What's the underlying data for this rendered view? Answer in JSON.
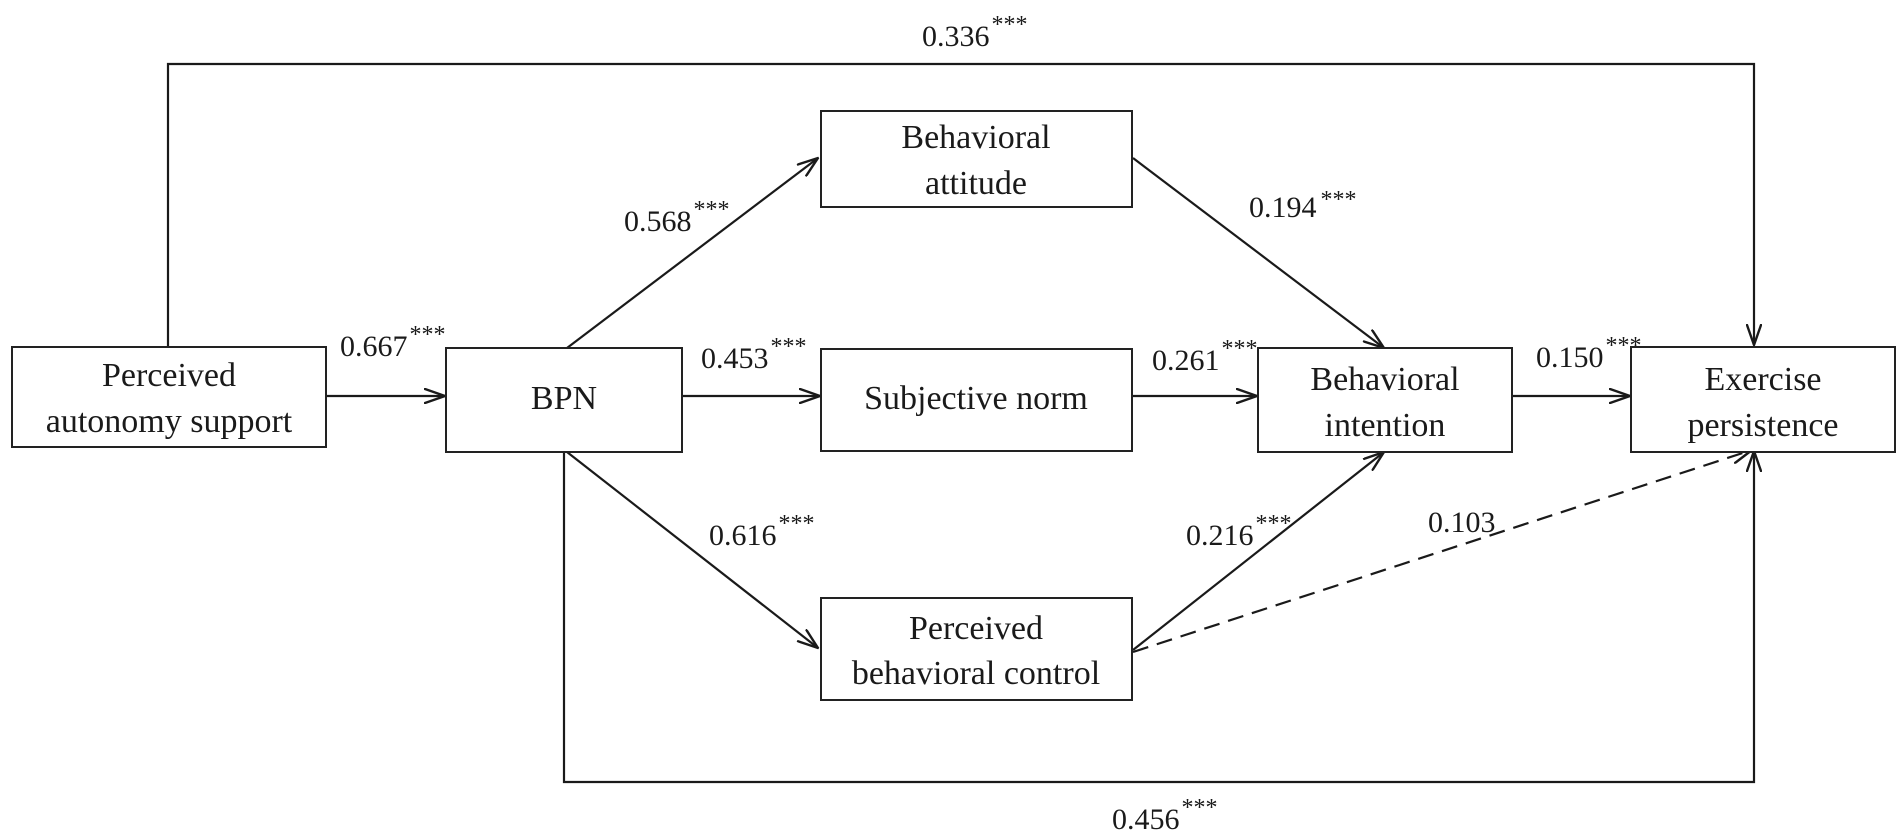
{
  "diagram": {
    "nodes": {
      "pas": {
        "lines": [
          "Perceived",
          "autonomy support"
        ]
      },
      "bpn": {
        "lines": [
          "BPN"
        ]
      },
      "ba": {
        "lines": [
          "Behavioral",
          "attitude"
        ]
      },
      "sn": {
        "lines": [
          "Subjective norm"
        ]
      },
      "pbc": {
        "lines": [
          "Perceived",
          "behavioral control"
        ]
      },
      "bi": {
        "lines": [
          "Behavioral",
          "intention"
        ]
      },
      "ep": {
        "lines": [
          "Exercise",
          "persistence"
        ]
      }
    },
    "edges": [
      {
        "from": "pas",
        "to": "bpn",
        "coef": "0.667",
        "sig": "***",
        "dashed": false
      },
      {
        "from": "bpn",
        "to": "ba",
        "coef": "0.568",
        "sig": "***",
        "dashed": false
      },
      {
        "from": "bpn",
        "to": "sn",
        "coef": "0.453",
        "sig": "***",
        "dashed": false
      },
      {
        "from": "bpn",
        "to": "pbc",
        "coef": "0.616",
        "sig": "***",
        "dashed": false
      },
      {
        "from": "ba",
        "to": "bi",
        "coef": "0.194",
        "sig": "***",
        "dashed": false
      },
      {
        "from": "sn",
        "to": "bi",
        "coef": "0.261",
        "sig": "***",
        "dashed": false
      },
      {
        "from": "pbc",
        "to": "bi",
        "coef": "0.216",
        "sig": "***",
        "dashed": false
      },
      {
        "from": "bi",
        "to": "ep",
        "coef": "0.150",
        "sig": "***",
        "dashed": false
      },
      {
        "from": "pbc",
        "to": "ep",
        "coef": "0.103",
        "sig": "",
        "dashed": true
      },
      {
        "from": "pas",
        "to": "ep",
        "coef": "0.336",
        "sig": "***",
        "dashed": false
      },
      {
        "from": "bpn",
        "to": "ep",
        "coef": "0.456",
        "sig": "***",
        "dashed": false
      }
    ]
  }
}
